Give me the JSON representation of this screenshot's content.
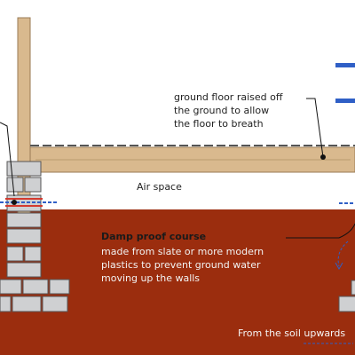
{
  "labels": {
    "floor": "ground floor raised off\nthe ground to allow\nthe floor to breath",
    "air": "Air space",
    "dpc_title": "Damp proof course",
    "dpc_body": "made from slate or more modern\nplastics to prevent ground water\nmoving up the walls",
    "caption": "From the soil upwards"
  },
  "colors": {
    "soil": "#9b2d0e",
    "timber": "#d9b98e",
    "brick": "#cfd0d2",
    "dpc_red": "#d43a2e",
    "dpc_blue": "#2f5fc6",
    "marker": "#111111"
  }
}
